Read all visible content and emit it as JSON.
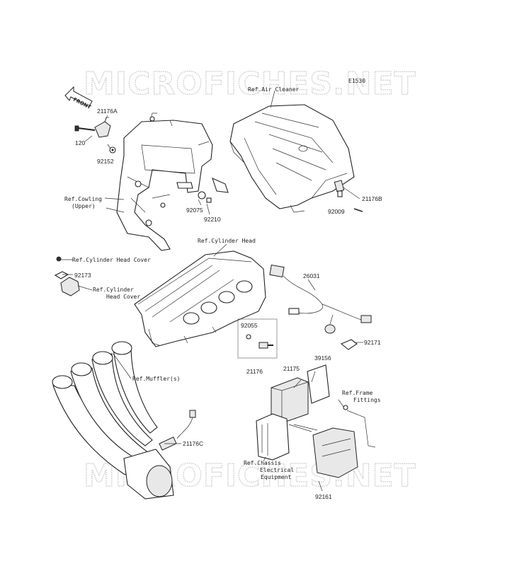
{
  "watermark": "MICROFICHES.NET",
  "code": "E1530",
  "front_label": "FRONT",
  "labels": {
    "p21176A": "21176A",
    "p120": "120",
    "p92152": "92152",
    "refCowling1": "Ref.Cowling",
    "refCowling2": "(Upper)",
    "p92075": "92075",
    "p92210": "92210",
    "refAirCleaner": "Ref.Air Cleaner",
    "p21176B": "21176B",
    "p92009": "92009",
    "refCylHead": "Ref.Cylinder Head",
    "refCylHeadCover": "Ref.Cylinder Head Cover",
    "p92173": "92173",
    "refCylHeadCover2a": "Ref.Cylinder",
    "refCylHeadCover2b": "Head Cover",
    "p26031": "26031",
    "p92055": "92055",
    "p21176": "21176",
    "p92171": "92171",
    "refMuffler": "Ref.Muffler(s)",
    "p21175": "21175",
    "p39156": "39156",
    "refFrame1": "Ref.Frame",
    "refFrame2": "Fittings",
    "p21176C": "21176C",
    "refChassis1": "Ref.Chassis",
    "refChassis2": "Electrical",
    "refChassis3": "Equipment",
    "p92161": "92161"
  }
}
